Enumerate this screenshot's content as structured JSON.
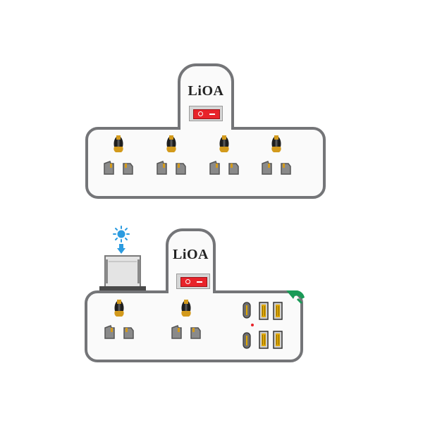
{
  "top_strip": {
    "brand": "LiOA",
    "outlets": 4
  },
  "bottom_strip": {
    "brand": "LiOA",
    "outlets": 2,
    "usb_c_ports": 2,
    "usb_a_ports": 4
  },
  "colors": {
    "outline": "#747578",
    "switch": "#e8232a",
    "sun_icon": "#2b9be0",
    "accent": "#1a9a57"
  }
}
